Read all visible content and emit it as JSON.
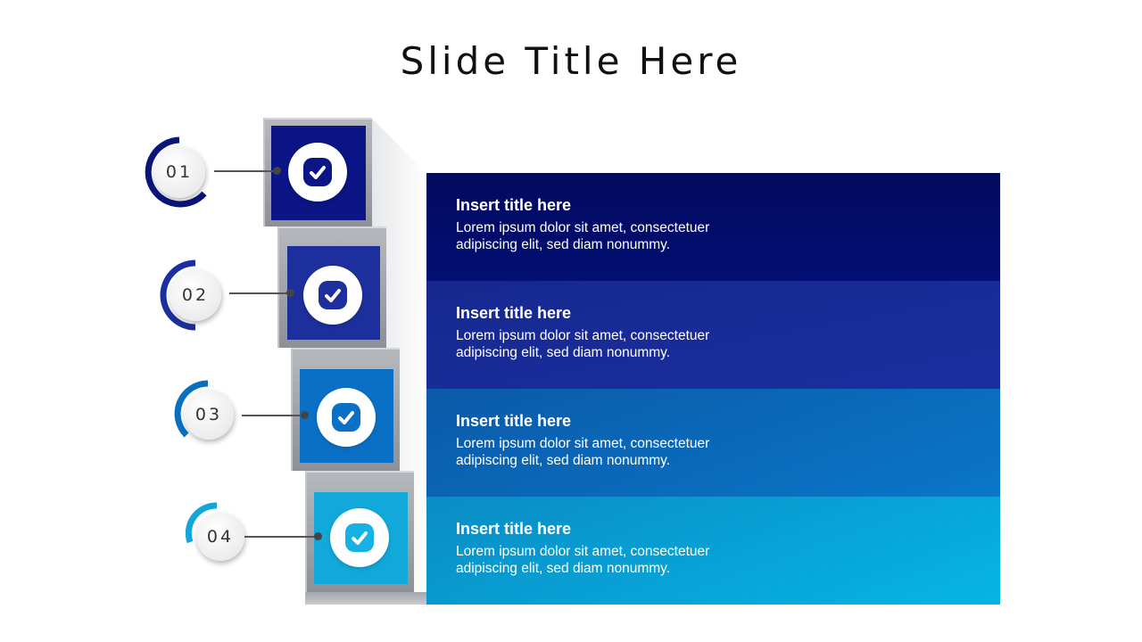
{
  "slide": {
    "title": "Slide Title Here"
  },
  "steps": [
    {
      "number": "01",
      "title": "Insert title here",
      "body": "Lorem ipsum dolor sit amet, consectetuer adipiscing elit, sed diam nonummy.",
      "color": "#000f73",
      "ring_color": "#0b1a78",
      "icon": "check-icon"
    },
    {
      "number": "02",
      "title": "Insert title here",
      "body": "Lorem ipsum dolor sit amet, consectetuer adipiscing elit, sed diam nonummy.",
      "color": "#1a2ea0",
      "ring_color": "#1c2f9e",
      "icon": "check-icon"
    },
    {
      "number": "03",
      "title": "Insert title here",
      "body": "Lorem ipsum dolor sit amet, consectetuer adipiscing elit, sed diam nonummy.",
      "color": "#0b70c6",
      "ring_color": "#0a6fbf",
      "icon": "check-icon"
    },
    {
      "number": "04",
      "title": "Insert title here",
      "body": "Lorem ipsum dolor sit amet, consectetuer adipiscing elit, sed diam nonummy.",
      "color": "#12a8da",
      "ring_color": "#14a6d8",
      "icon": "check-icon"
    }
  ]
}
